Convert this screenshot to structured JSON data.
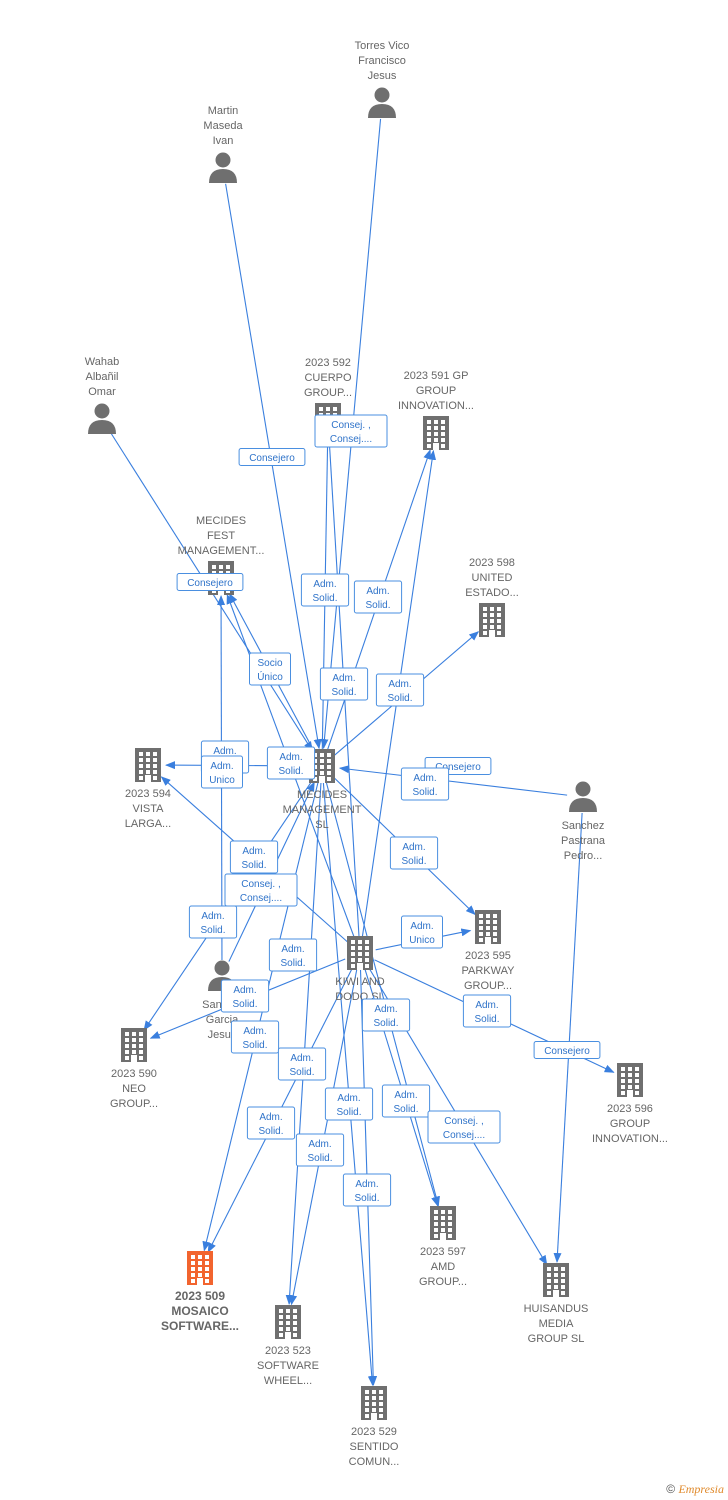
{
  "colors": {
    "edge": "#3a7fde",
    "node": "#6f6f6f",
    "focus": "#f2642e",
    "label_text": "#666666",
    "box_text": "#2f73c9"
  },
  "nodes": {
    "torres": {
      "kind": "person",
      "lines": [
        "Torres Vico",
        "Francisco",
        "Jesus"
      ]
    },
    "martin": {
      "kind": "person",
      "lines": [
        "Martin",
        "Maseda",
        "Ivan"
      ]
    },
    "wahab": {
      "kind": "person",
      "lines": [
        "Wahab",
        "Albañil",
        "Omar"
      ]
    },
    "sanchez": {
      "kind": "person",
      "lines": [
        "Sanchez",
        "Pastrana",
        "Pedro..."
      ]
    },
    "sanroman": {
      "kind": "person",
      "lines": [
        "San R...",
        "Garcia",
        "Jesus"
      ]
    },
    "c592": {
      "kind": "company",
      "lines": [
        "2023 592",
        "CUERPO",
        "GROUP..."
      ]
    },
    "c591": {
      "kind": "company",
      "lines": [
        "2023 591 GP",
        "GROUP",
        "INNOVATION..."
      ]
    },
    "fest": {
      "kind": "company",
      "lines": [
        "MECIDES",
        "FEST",
        "MANAGEMENT..."
      ]
    },
    "c598": {
      "kind": "company",
      "lines": [
        "2023 598",
        "UNITED",
        "ESTADO..."
      ]
    },
    "c594": {
      "kind": "company",
      "lines": [
        "2023 594",
        "VISTA",
        "LARGA..."
      ]
    },
    "mecides": {
      "kind": "company",
      "lines": [
        "MECIDES",
        "MANAGEMENT",
        "SL"
      ]
    },
    "c595": {
      "kind": "company",
      "lines": [
        "2023 595",
        "PARKWAY",
        "GROUP..."
      ]
    },
    "kiwi": {
      "kind": "company",
      "lines": [
        "KIWI AND",
        "DODO SL"
      ]
    },
    "c590": {
      "kind": "company",
      "lines": [
        "2023 590",
        "NEO",
        "GROUP..."
      ]
    },
    "c596": {
      "kind": "company",
      "lines": [
        "2023 596",
        "GROUP",
        "INNOVATION..."
      ]
    },
    "c509": {
      "kind": "focus",
      "lines": [
        "2023 509",
        "MOSAICO",
        "SOFTWARE..."
      ]
    },
    "c597": {
      "kind": "company",
      "lines": [
        "2023 597",
        "AMD",
        "GROUP..."
      ]
    },
    "huisandus": {
      "kind": "company",
      "lines": [
        "HUISANDUS",
        "MEDIA",
        "GROUP  SL"
      ]
    },
    "c523": {
      "kind": "company",
      "lines": [
        "2023 523",
        "SOFTWARE",
        "WHEEL..."
      ]
    },
    "c529": {
      "kind": "company",
      "lines": [
        "2023 529",
        "SENTIDO",
        "COMUN..."
      ]
    }
  },
  "edges": [
    {
      "from": "torres",
      "to": "mecides"
    },
    {
      "from": "martin",
      "to": "mecides"
    },
    {
      "from": "wahab",
      "to": "mecides"
    },
    {
      "from": "mecides",
      "to": "c592"
    },
    {
      "from": "mecides",
      "to": "c591"
    },
    {
      "from": "mecides",
      "to": "fest"
    },
    {
      "from": "mecides",
      "to": "c598"
    },
    {
      "from": "mecides",
      "to": "c594"
    },
    {
      "from": "mecides",
      "to": "c595"
    },
    {
      "from": "mecides",
      "to": "c509"
    },
    {
      "from": "mecides",
      "to": "c523"
    },
    {
      "from": "mecides",
      "to": "c529"
    },
    {
      "from": "mecides",
      "to": "c597"
    },
    {
      "from": "mecides",
      "to": "c590"
    },
    {
      "from": "sanchez",
      "to": "mecides"
    },
    {
      "from": "sanchez",
      "to": "huisandus"
    },
    {
      "from": "sanroman",
      "to": "fest"
    },
    {
      "from": "sanroman",
      "to": "mecides"
    },
    {
      "from": "kiwi",
      "to": "c592"
    },
    {
      "from": "kiwi",
      "to": "c591"
    },
    {
      "from": "kiwi",
      "to": "fest"
    },
    {
      "from": "kiwi",
      "to": "c594"
    },
    {
      "from": "kiwi",
      "to": "c595"
    },
    {
      "from": "kiwi",
      "to": "c590"
    },
    {
      "from": "kiwi",
      "to": "c509"
    },
    {
      "from": "kiwi",
      "to": "c523"
    },
    {
      "from": "kiwi",
      "to": "c529"
    },
    {
      "from": "kiwi",
      "to": "c597"
    },
    {
      "from": "kiwi",
      "to": "huisandus"
    },
    {
      "from": "kiwi",
      "to": "c596"
    }
  ],
  "edge_labels": [
    [
      "Consejero"
    ],
    [
      "Consej. ,",
      "Consej...."
    ],
    [
      "Consejero"
    ],
    [
      "Adm.",
      "Solid."
    ],
    [
      "Adm.",
      "Solid."
    ],
    [
      "Socio",
      "Único"
    ],
    [
      "Adm.",
      "Solid."
    ],
    [
      "Adm.",
      "Solid."
    ],
    [
      "Adm.",
      "Solid."
    ],
    [
      "Adm.",
      "Unico"
    ],
    [
      "Adm.",
      "Solid."
    ],
    [
      "Consejero"
    ],
    [
      "Adm.",
      "Solid."
    ],
    [
      "Adm.",
      "Solid."
    ],
    [
      "Adm.",
      "Solid."
    ],
    [
      "Consej. ,",
      "Consej...."
    ],
    [
      "Adm.",
      "Solid."
    ],
    [
      "Adm.",
      "Solid."
    ],
    [
      "Adm.",
      "Unico"
    ],
    [
      "Adm.",
      "Solid."
    ],
    [
      "Adm.",
      "Solid."
    ],
    [
      "Adm.",
      "Solid."
    ],
    [
      "Adm.",
      "Solid."
    ],
    [
      "Consejero"
    ],
    [
      "Adm.",
      "Solid."
    ],
    [
      "Adm.",
      "Solid."
    ],
    [
      "Adm.",
      "Solid."
    ],
    [
      "Adm.",
      "Solid."
    ],
    [
      "Consej. ,",
      "Consej...."
    ],
    [
      "Adm.",
      "Solid."
    ],
    [
      "Adm.",
      "Solid."
    ],
    [
      "Adm.",
      "Solid."
    ]
  ],
  "footer": {
    "copyright": "©",
    "brand": "Empresia"
  }
}
